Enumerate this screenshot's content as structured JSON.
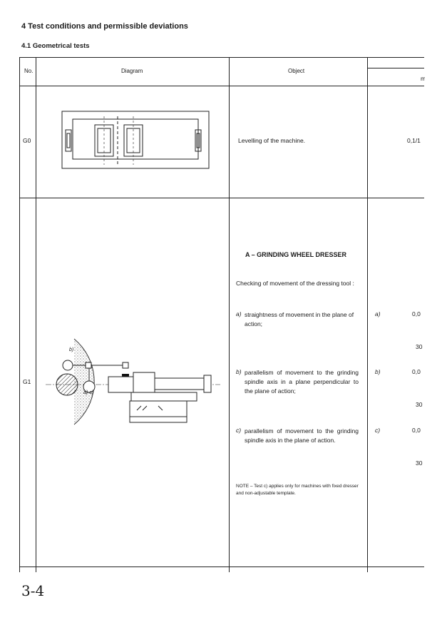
{
  "section_title": "4  Test conditions and permissible deviations",
  "subsection_title": "4.1  Geometrical tests",
  "table": {
    "headers": {
      "no": "No.",
      "diagram": "Diagram",
      "object": "Object",
      "tolerance_unit": "m"
    },
    "rows": [
      {
        "no": "G0",
        "object": "Levelling of the machine.",
        "tolerance": "0,1/1"
      },
      {
        "no": "G1",
        "heading": "A – GRINDING WHEEL DRESSER",
        "intro": "Checking of movement of the dressing tool :",
        "items": [
          {
            "label": "a)",
            "text": "straightness of movement in the plane of action;",
            "tolerance": "0,0",
            "length": "30"
          },
          {
            "label": "b)",
            "text": "parallelism of movement to the grinding spindle axis in a plane perpendicular to the plane of action;",
            "tolerance": "0,0",
            "length": "30"
          },
          {
            "label": "c)",
            "text": "parallelism of movement to the grinding spindle axis in the plane of action.",
            "tolerance": "0,0",
            "length": "30"
          }
        ],
        "note": "NOTE – Test c) applies only for machines with fixed dresser and non-adjustable template.",
        "diagram_labels": {
          "b": "b)",
          "ac": "a)-c)"
        }
      }
    ]
  },
  "handwritten_page": "3-4"
}
